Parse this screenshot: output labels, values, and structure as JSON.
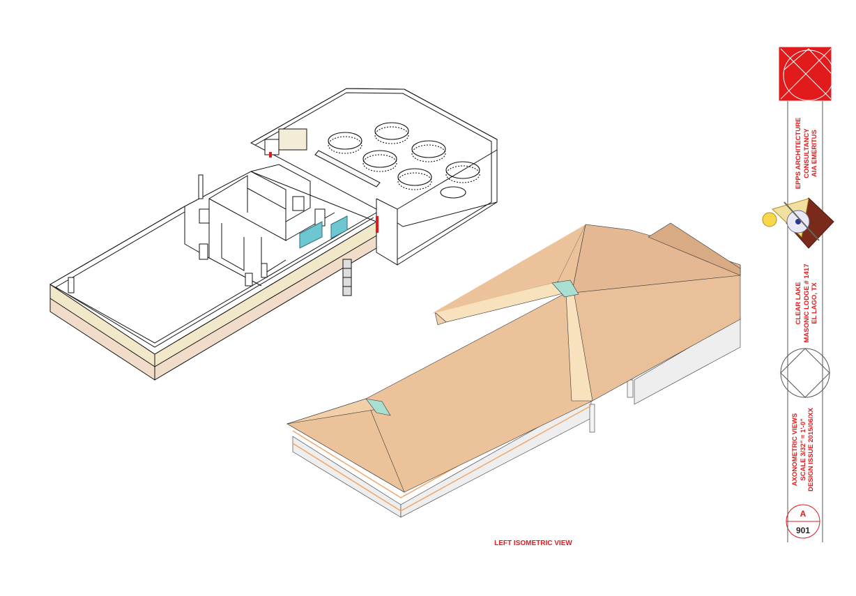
{
  "sheet": {
    "view_caption": "LEFT ISOMETRIC VIEW",
    "firm_lines": [
      "EPPS ARCHITECTURE",
      "CONSULTANCY",
      "AIA EMERITUS"
    ],
    "project_lines": [
      "CLEAR LAKE",
      "MASONIC LODGE # 1417",
      "EL LAGO, TX"
    ],
    "drawing_lines": [
      "AXONOMETRIC VIEWS",
      "SCALE 3/32\" = 1'-0\"",
      "DESIGN ISSUE 2015/06/XX"
    ],
    "sheet_letter": "A",
    "sheet_number": "901"
  },
  "colors": {
    "accent_red": "#e11b1b",
    "roof": "#ebc29a",
    "roof_light": "#f7e2bd",
    "roof_shadow": "#d9ab84",
    "wall": "#eeeeee",
    "floor_band": "#f1e7c9",
    "floor_band_lower": "#f0dcc9",
    "ridge_vent": "#a9ded3",
    "fixture": "#6ec6d3"
  },
  "icons": [
    "firm-logo-icon",
    "masonic-emblem-icon",
    "diamond-symbol-icon",
    "sheet-bubble-icon"
  ]
}
